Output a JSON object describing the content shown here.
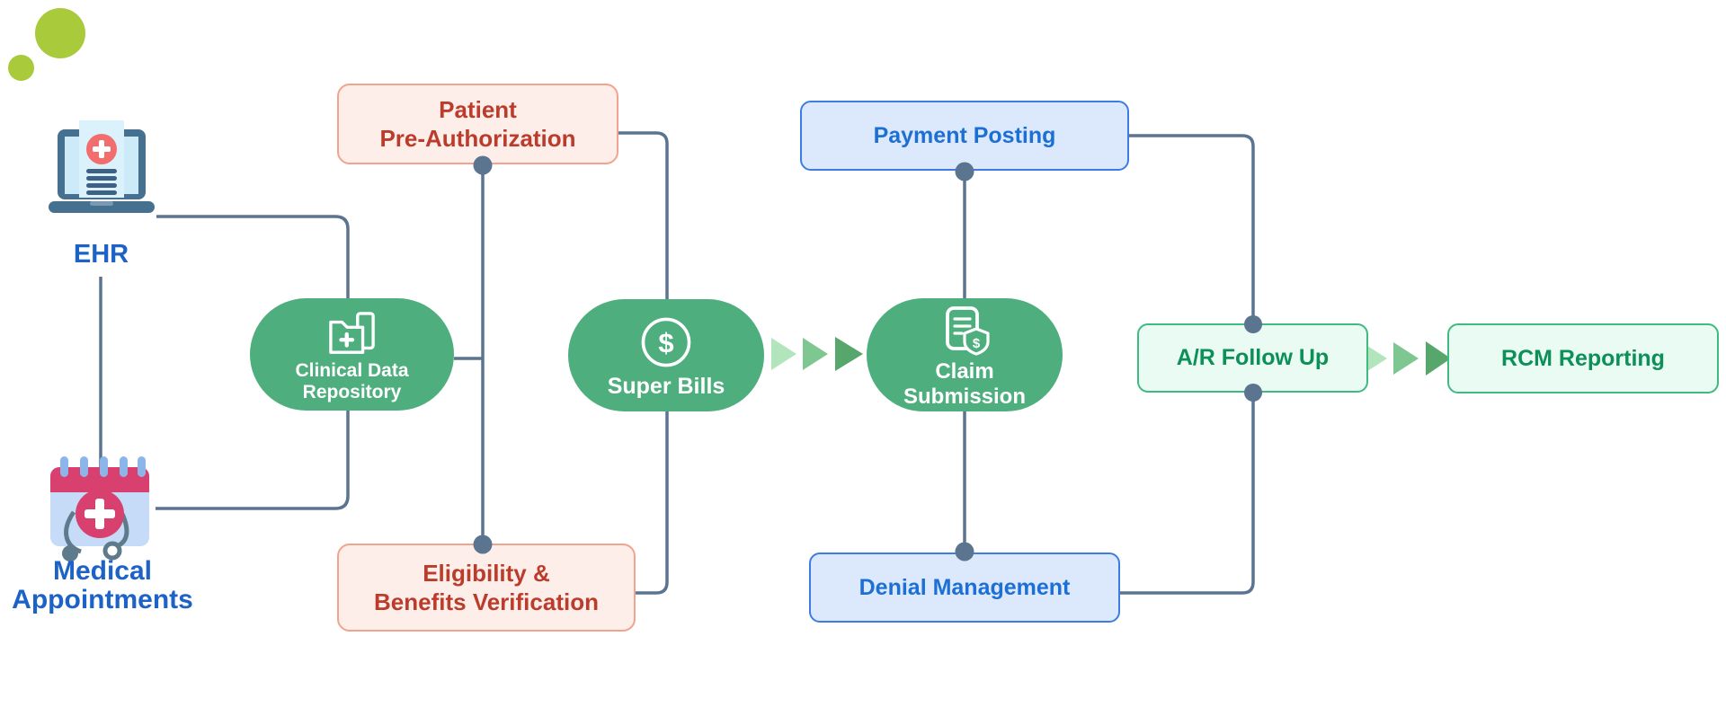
{
  "colors": {
    "logo_green": "#a9ca3b",
    "connector": "#5b7490",
    "pill_green": "#4fae7e",
    "pill_text": "#ffffff",
    "pink_fill": "#fdeeea",
    "pink_border": "#f1a38f",
    "pink_text": "#bc3c2c",
    "blue_fill": "#dce8fb",
    "blue_border": "#3d7ce0",
    "blue_text": "#1c6fd4",
    "mint_fill": "#e9fbf2",
    "mint_border": "#3fba81",
    "mint_text": "#0d8f58",
    "label_blue": "#1d62c6",
    "arrow_light": "#b3e5bd",
    "arrow_mid": "#7fc790",
    "arrow_dark": "#57a66c"
  },
  "symbols": {
    "dollar": "$"
  },
  "icons": {
    "ehr": "laptop-medical-record-icon",
    "medical_appointments": "medical-calendar-stethoscope-icon",
    "clinical_data_repository": "medical-folder-icon",
    "super_bills": "dollar-circle-icon",
    "claim_submission": "claim-document-shield-icon"
  },
  "nodes": {
    "ehr": {
      "label": "EHR"
    },
    "medical_appointments": {
      "label": "Medical Appointments"
    },
    "clinical_data_repository": {
      "line1": "Clinical Data",
      "line2": "Repository"
    },
    "patient_pre_authorization": {
      "line1": "Patient",
      "line2": "Pre-Authorization"
    },
    "eligibility_benefits_verification": {
      "line1": "Eligibility &",
      "line2": "Benefits Verification"
    },
    "super_bills": {
      "label": "Super Bills"
    },
    "claim_submission": {
      "line1": "Claim",
      "line2": "Submission"
    },
    "payment_posting": {
      "label": "Payment Posting"
    },
    "denial_management": {
      "label": "Denial Management"
    },
    "ar_follow_up": {
      "label": "A/R Follow Up"
    },
    "rcm_reporting": {
      "label": "RCM Reporting"
    }
  }
}
